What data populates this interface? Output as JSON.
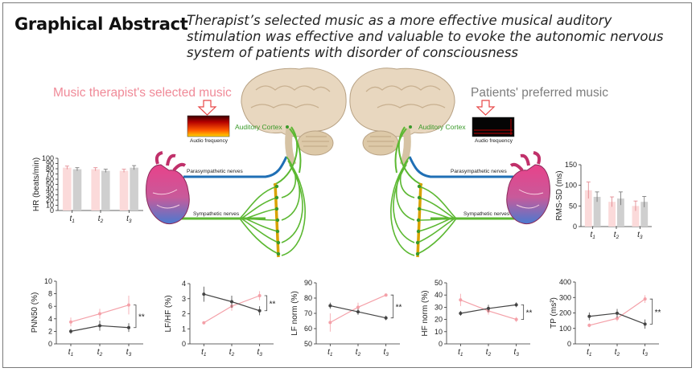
{
  "header": {
    "title": "Graphical Abstract",
    "subtitle": "Therapist’s selected music as a more effective musical auditory stimulation was effective and valuable to evoke the autonomic nervous system of patients with disorder of consciousness"
  },
  "diagram": {
    "left_music_label": "Music therapist's selected music",
    "right_music_label": "Patients' preferred music",
    "audio_caption": "Audio frequency",
    "auditory_cortex": "Auditory Cortex",
    "parasympathetic": "Parasympathetic nerves",
    "sympathetic": "Sympathetic nerves"
  },
  "colors": {
    "therapist": "#f4a0a8",
    "preferred": "#8c8c8c",
    "nerve_green": "#5cb832",
    "nerve_blue": "#1f6fb5"
  },
  "chart_data": [
    {
      "type": "bar",
      "ylabel": "HR (beats/min)",
      "categories": [
        "t1",
        "t2",
        "t3"
      ],
      "yticks": [
        "0",
        "10",
        "20",
        "30",
        "40",
        "50",
        "60",
        "70",
        "80",
        "90",
        "100"
      ],
      "ylim": [
        0,
        100
      ],
      "series": [
        {
          "values": [
            82,
            79,
            76
          ],
          "errors": [
            3,
            3,
            3
          ]
        },
        {
          "values": [
            79,
            76,
            82
          ],
          "errors": [
            3,
            3,
            4
          ]
        }
      ]
    },
    {
      "type": "bar",
      "ylabel": "RMS-SD (ms)",
      "categories": [
        "t1",
        "t2",
        "t3"
      ],
      "yticks": [
        "0",
        "50",
        "100",
        "150"
      ],
      "ylim": [
        0,
        150
      ],
      "series": [
        {
          "values": [
            88,
            60,
            50
          ],
          "errors": [
            20,
            12,
            12
          ]
        },
        {
          "values": [
            72,
            68,
            60
          ],
          "errors": [
            12,
            16,
            13
          ]
        }
      ]
    },
    {
      "type": "line",
      "ylabel": "PNN50 (%)",
      "categories": [
        "t1",
        "t2",
        "t3"
      ],
      "yticks": [
        "0",
        "2",
        "4",
        "6",
        "8",
        "10"
      ],
      "ylim": [
        0,
        10
      ],
      "annotation": "**",
      "series": [
        {
          "values": [
            3.5,
            4.8,
            6.2
          ],
          "errors": [
            0.7,
            0.8,
            1.5
          ]
        },
        {
          "values": [
            2.0,
            2.9,
            2.6
          ],
          "errors": [
            0.4,
            0.8,
            0.7
          ]
        }
      ]
    },
    {
      "type": "line",
      "ylabel": "LF/HF (%)",
      "categories": [
        "t1",
        "t2",
        "t3"
      ],
      "yticks": [
        "0",
        "1",
        "2",
        "3",
        "4"
      ],
      "ylim": [
        0,
        4
      ],
      "annotation": "**",
      "series": [
        {
          "values": [
            1.4,
            2.5,
            3.2
          ],
          "errors": [
            0.1,
            0.3,
            0.3
          ]
        },
        {
          "values": [
            3.3,
            2.8,
            2.2
          ],
          "errors": [
            0.5,
            0.4,
            0.3
          ]
        }
      ]
    },
    {
      "type": "line",
      "ylabel": "LF norm (%)",
      "categories": [
        "t1",
        "t2",
        "t3"
      ],
      "yticks": [
        "50",
        "60",
        "70",
        "80",
        "90"
      ],
      "ylim": [
        50,
        90
      ],
      "annotation": "**",
      "series": [
        {
          "values": [
            64,
            74,
            82
          ],
          "errors": [
            6,
            3,
            1
          ]
        },
        {
          "values": [
            75,
            71,
            67
          ],
          "errors": [
            2,
            2,
            1.5
          ]
        }
      ]
    },
    {
      "type": "line",
      "ylabel": "HF norm (%)",
      "categories": [
        "t1",
        "t2",
        "t3"
      ],
      "yticks": [
        "0",
        "10",
        "20",
        "30",
        "40",
        "50"
      ],
      "ylim": [
        0,
        50
      ],
      "annotation": "**",
      "series": [
        {
          "values": [
            36,
            27,
            20
          ],
          "errors": [
            5,
            3,
            2
          ]
        },
        {
          "values": [
            25,
            29,
            32
          ],
          "errors": [
            2,
            3,
            2
          ]
        }
      ]
    },
    {
      "type": "line",
      "ylabel": "TP (ms²)",
      "categories": [
        "t1",
        "t2",
        "t3"
      ],
      "yticks": [
        "0",
        "100",
        "200",
        "300",
        "400"
      ],
      "ylim": [
        0,
        400
      ],
      "annotation": "**",
      "series": [
        {
          "values": [
            120,
            165,
            290
          ],
          "errors": [
            12,
            18,
            25
          ]
        },
        {
          "values": [
            178,
            198,
            128
          ],
          "errors": [
            25,
            28,
            30
          ]
        }
      ]
    }
  ]
}
